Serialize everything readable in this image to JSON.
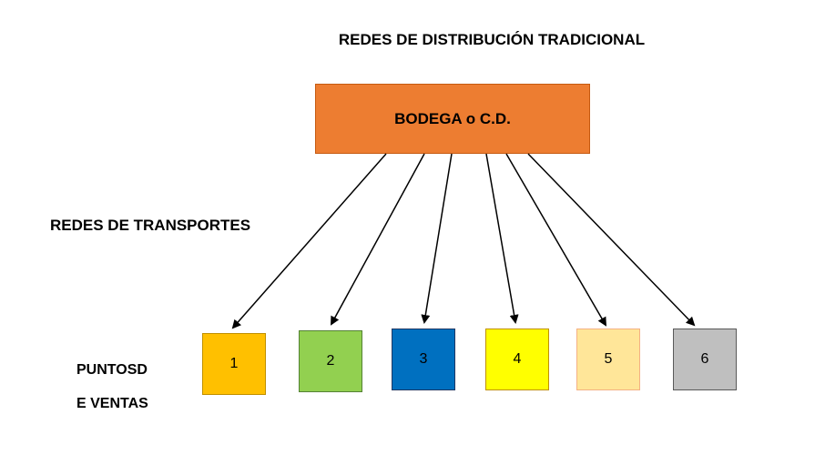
{
  "title": "REDES DE DISTRIBUCIÓN TRADICIONAL",
  "hub": {
    "label": "BODEGA o C.D.",
    "color": "#ED7D31"
  },
  "transport_label": "REDES DE TRANSPORTES",
  "points_label": {
    "line1": "PUNTOSD",
    "line2": "E VENTAS"
  },
  "points": [
    {
      "label": "1",
      "color": "#FFC000",
      "border": "#BF8F00"
    },
    {
      "label": "2",
      "color": "#92D050",
      "border": "#548235"
    },
    {
      "label": "3",
      "color": "#0070C0",
      "border": "#1F3864"
    },
    {
      "label": "4",
      "color": "#FFFF00",
      "border": "#BF9000"
    },
    {
      "label": "5",
      "color": "#FFE699",
      "border": "#F4B183"
    },
    {
      "label": "6",
      "color": "#BFBFBF",
      "border": "#595959"
    }
  ]
}
